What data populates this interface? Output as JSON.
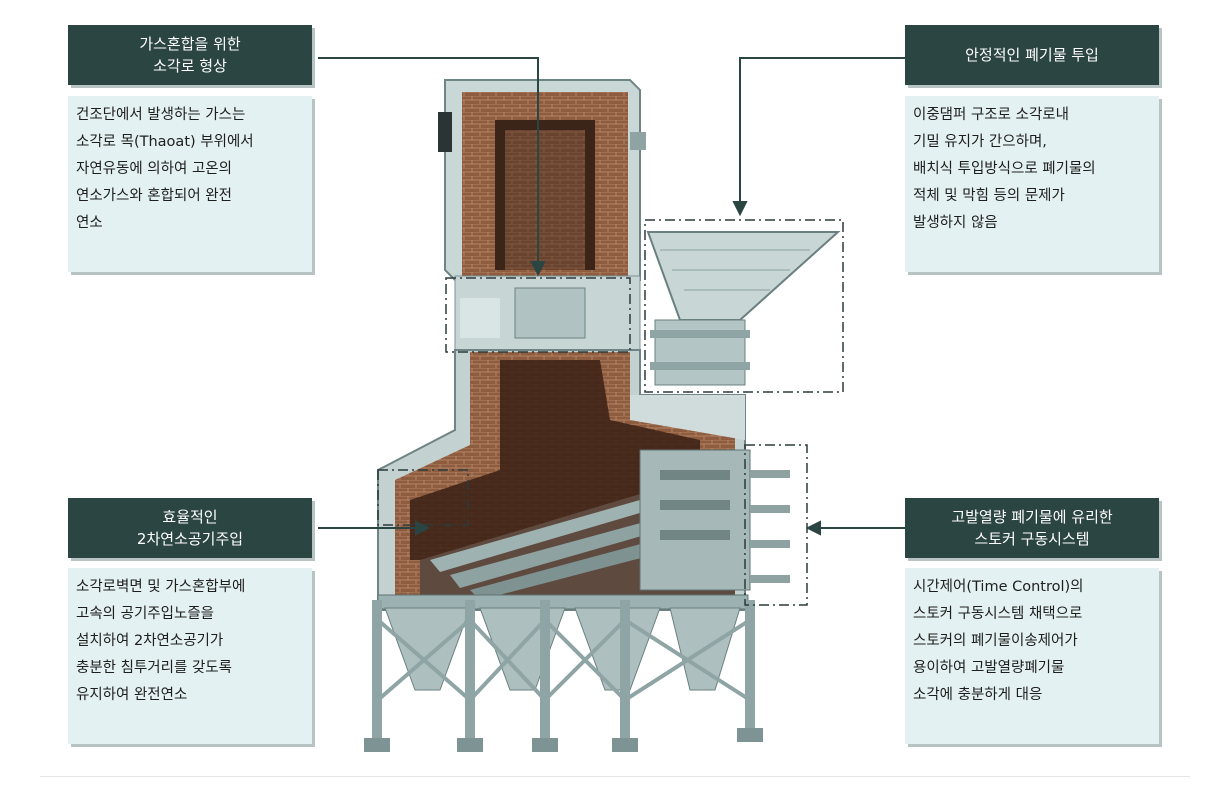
{
  "panels": {
    "top_left": {
      "title": [
        "가스혼합을 위한",
        "소각로 형상"
      ],
      "body": [
        "건조단에서 발생하는 가스는",
        "소각로 목(Thaoat) 부위에서",
        "자연유동에 의하여 고온의",
        "연소가스와 혼합되어 완전",
        "연소"
      ]
    },
    "top_right": {
      "title": [
        "안정적인 폐기물 투입"
      ],
      "body": [
        "이중댐퍼 구조로 소각로내",
        "기밀 유지가 간으하며,",
        "배치식 투입방식으로 폐기물의",
        "적체 및 막힘 등의 문제가",
        "발생하지 않음"
      ]
    },
    "bottom_left": {
      "title": [
        "효율적인",
        "2차연소공기주입"
      ],
      "body": [
        "소각로벽면 및 가스혼합부에",
        "고속의 공기주입노즐을",
        "설치하여 2차연소공기가",
        "충분한 침투거리를 갖도록",
        "유지하여 완전연소"
      ]
    },
    "bottom_right": {
      "title": [
        "고발열량 폐기물에 유리한",
        "스토커 구동시스템"
      ],
      "body": [
        "시간제어(Time Control)의",
        "스토커 구동시스템 채택으로",
        "스토커의 폐기물이송제어가",
        "용이하여 고발열량폐기물",
        "소각에 충분하게 대응"
      ]
    }
  },
  "colors": {
    "title_bg": "#2b4543",
    "body_bg": "#e4f1f2",
    "brick": "#8b5a3c",
    "steel": "#a9bcbc"
  }
}
